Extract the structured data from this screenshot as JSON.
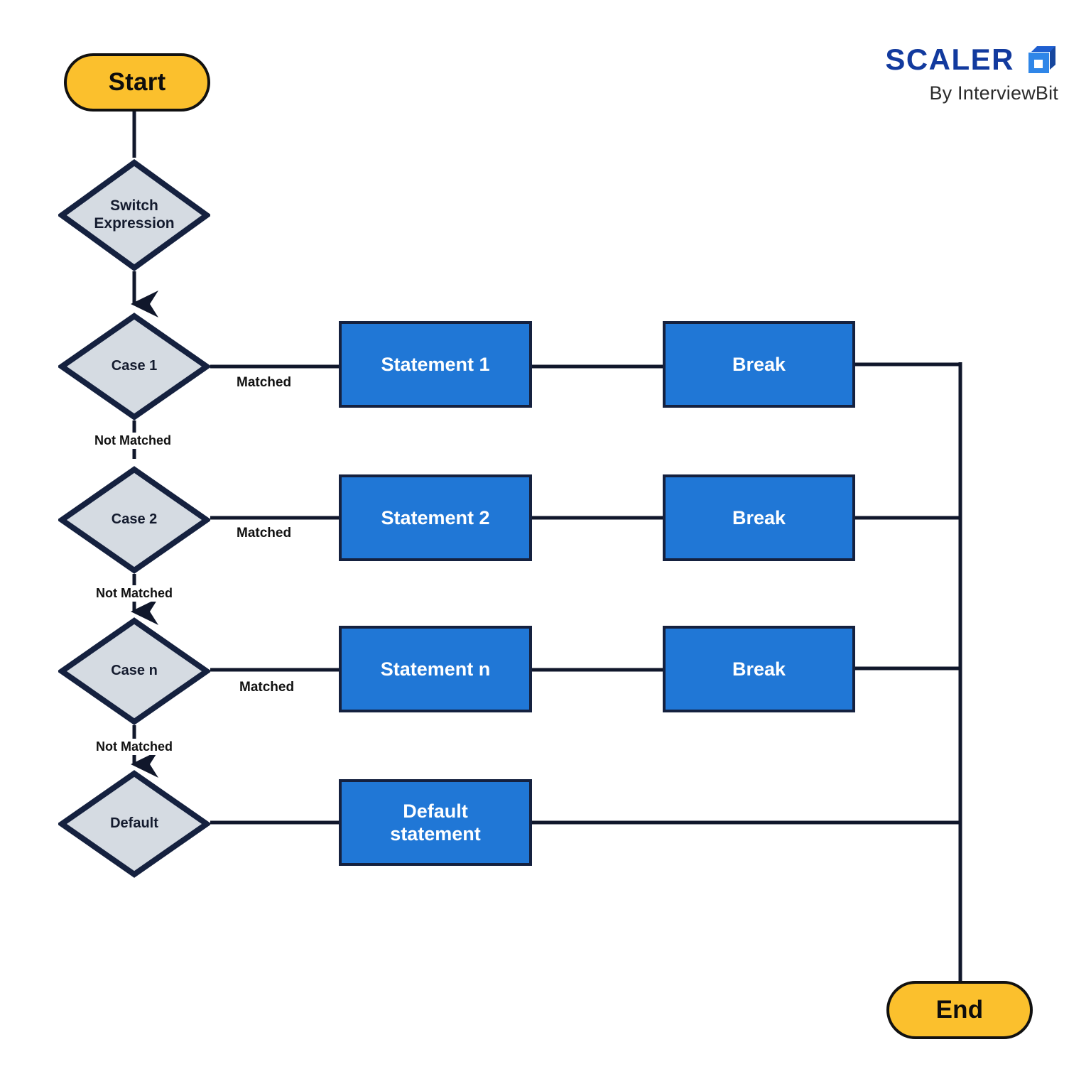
{
  "diagram": {
    "title": "switch-case-flowchart",
    "colors": {
      "terminator_fill": "#fbc02d",
      "terminator_border": "#111111",
      "decision_fill": "#d5dbe2",
      "decision_border": "#15213f",
      "process_fill": "#2077d6",
      "process_border": "#15213f",
      "connector": "#10172b",
      "brand_blue": "#123a9e",
      "background": "#ffffff"
    },
    "nodes": {
      "start": "Start",
      "switch_expression": "Switch\nExpression",
      "switch_expression_line1": "Switch",
      "switch_expression_line2": "Expression",
      "case1": "Case 1",
      "case2": "Case 2",
      "casen": "Case n",
      "default": "Default",
      "statement1": "Statement 1",
      "statement2": "Statement 2",
      "statementn": "Statement n",
      "break1": "Break",
      "break2": "Break",
      "breakn": "Break",
      "default_statement_line1": "Default",
      "default_statement_line2": "statement",
      "end": "End"
    },
    "edge_labels": {
      "matched1": "Matched",
      "matched2": "Matched",
      "matchedn": "Matched",
      "not_matched1": "Not Matched",
      "not_matched2": "Not Matched",
      "not_matchedn": "Not Matched"
    }
  },
  "brand": {
    "wordmark": "SCALER",
    "tagline": "By InterviewBit",
    "icon": "cube-icon"
  }
}
